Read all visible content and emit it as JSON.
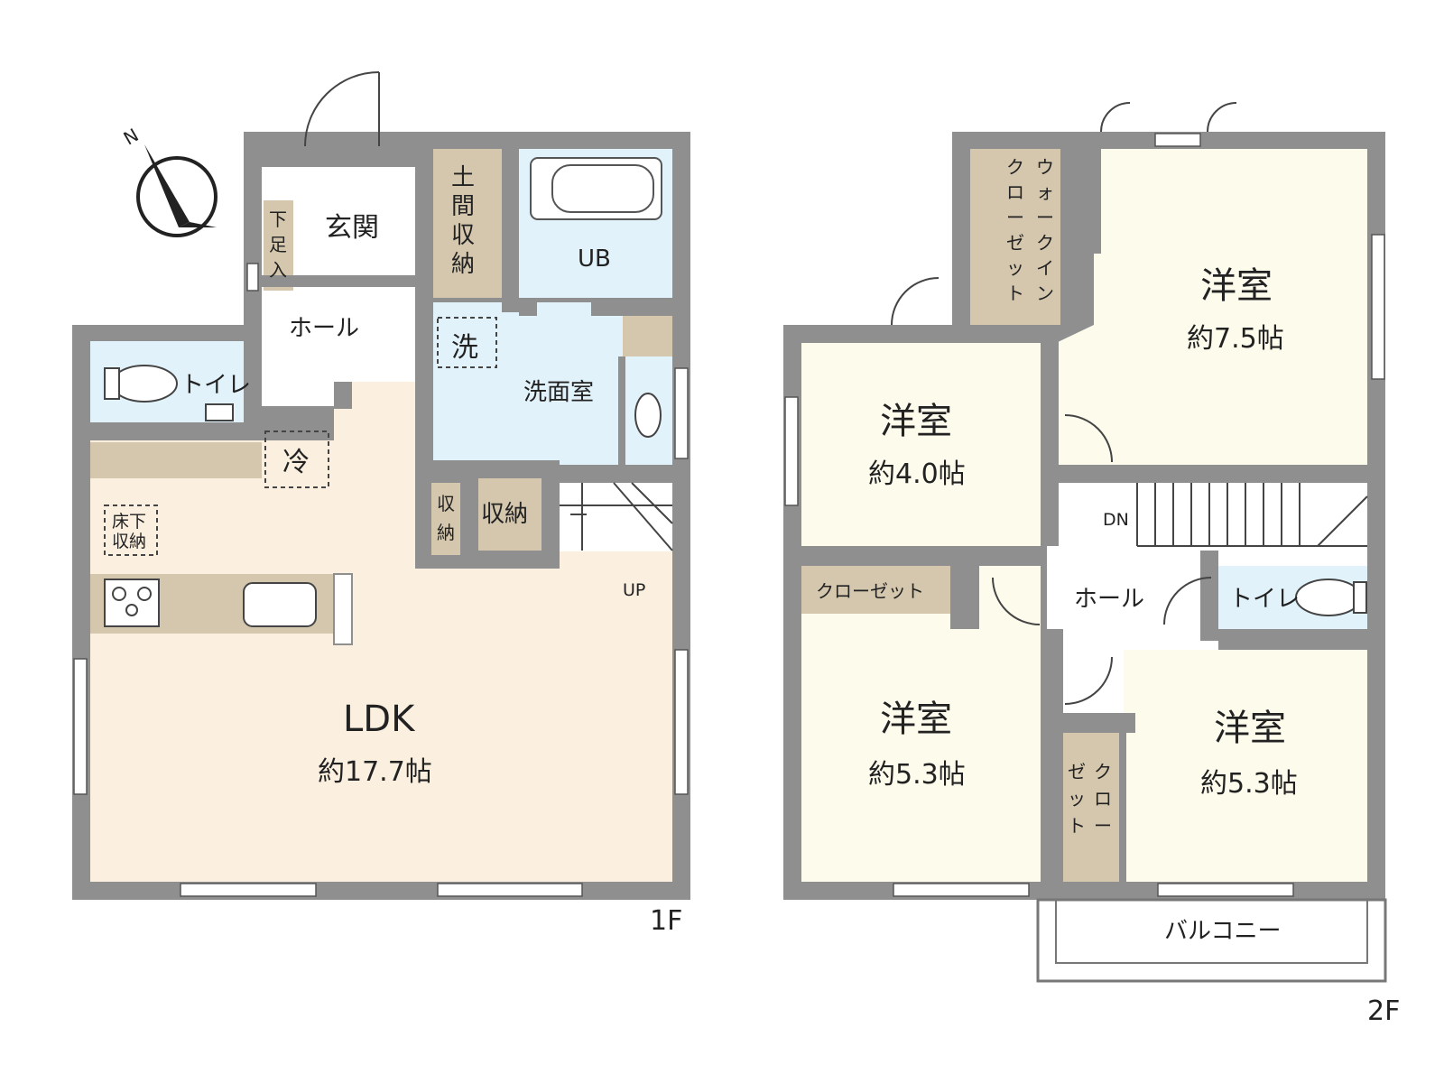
{
  "floors": {
    "first": {
      "floor_label": "1F",
      "rooms": {
        "entrance": "玄関",
        "shoe_storage": [
          "土",
          "間",
          "収",
          "納"
        ],
        "shoe_rack": [
          "下",
          "足",
          "入"
        ],
        "hall": "ホール",
        "toilet": "トイレ",
        "bath": "UB",
        "washer": "洗",
        "washroom": "洗面室",
        "fridge": "冷",
        "floor_storage": [
          "床下",
          "収納"
        ],
        "storage_small": [
          "収",
          "納"
        ],
        "storage": "収納",
        "ldk_name": "LDK",
        "ldk_size": "約17.7帖",
        "stairs": "UP"
      }
    },
    "second": {
      "floor_label": "2F",
      "rooms": {
        "wic_col1": [
          "ウ",
          "ォ",
          "ー",
          "ク",
          "イ",
          "ン"
        ],
        "wic_col2": [
          "ク",
          "ロ",
          "ー",
          "ゼ",
          "ッ",
          "ト"
        ],
        "bedroom_a_name": "洋室",
        "bedroom_a_size": "約7.5帖",
        "bedroom_b_name": "洋室",
        "bedroom_b_size": "約4.0帖",
        "stairs": "DN",
        "hall": "ホール",
        "toilet": "トイレ",
        "closet": "クローゼット",
        "bedroom_c_name": "洋室",
        "bedroom_c_size": "約5.3帖",
        "closet_col1": [
          "ク",
          "ロ",
          "ー"
        ],
        "closet_col2": [
          "ゼ",
          "ッ",
          "ト"
        ],
        "bedroom_d_name": "洋室",
        "bedroom_d_size": "約5.3帖",
        "balcony": "バルコニー"
      }
    }
  },
  "compass": {
    "label": "N"
  },
  "colors": {
    "wall": "#8f8f8f",
    "ldk_floor": "#fbefdf",
    "room_floor": "#fdfbeb",
    "wet_area": "#e2f2fa",
    "storage": "#d4c7ad",
    "hall_floor": "#ffffff"
  }
}
